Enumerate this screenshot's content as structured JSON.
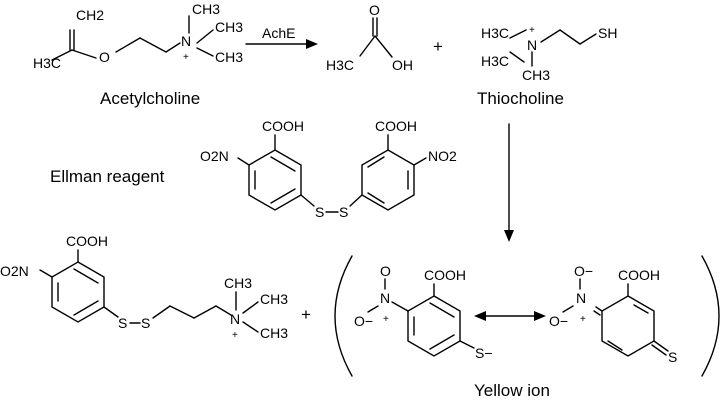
{
  "labels": {
    "acetylcholine": "Acetylcholine",
    "thiocholine": "Thiocholine",
    "ellman": "Ellman reagent",
    "yellow_ion": "Yellow ion",
    "enzyme": "AchE",
    "plus": "+"
  },
  "atoms": {
    "ch2": "CH2",
    "h3c": "H3C",
    "ch3": "CH3",
    "o": "O",
    "oh": "OH",
    "n": "N",
    "n_plus": "+",
    "sh": "SH",
    "s": "S",
    "s_minus": "S−",
    "cooh": "COOH",
    "o2n": "O2N",
    "no2": "NO2",
    "o_minus": "O−"
  },
  "colors": {
    "ink": "#000000",
    "background": "#ffffff"
  }
}
